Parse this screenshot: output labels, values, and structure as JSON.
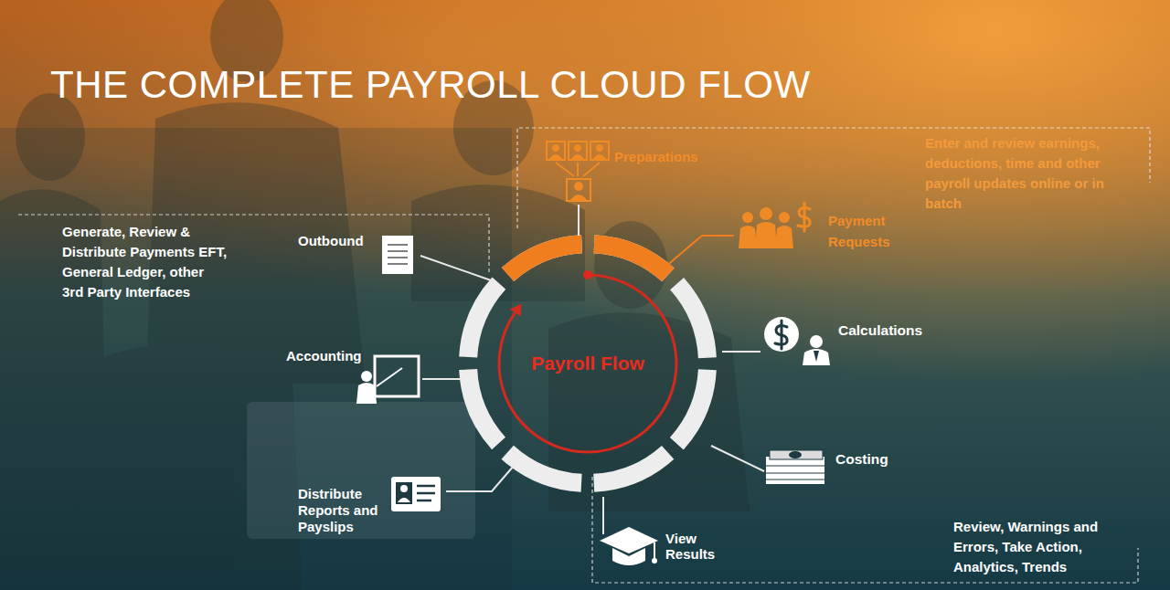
{
  "diagram": {
    "title": "THE COMPLETE PAYROLL CLOUD FLOW",
    "nodes": [
      {
        "text": [
          "Payroll Flow"
        ]
      }
    ],
    "labels": [
      "Enter and review earnings, deductions, time and other payroll updates online or in batch",
      "Preparations",
      "Payment Requests",
      "Calculations",
      "Costing",
      "View Results",
      "Review, Warnings and Errors, Take Action, Analytics, Trends",
      "Distribute Reports and Payslips",
      "Accounting",
      "Outbound",
      "Generate, Review & Distribute Payments EFT, General Ledger, other 3rd Party Interfaces"
    ]
  }
}
